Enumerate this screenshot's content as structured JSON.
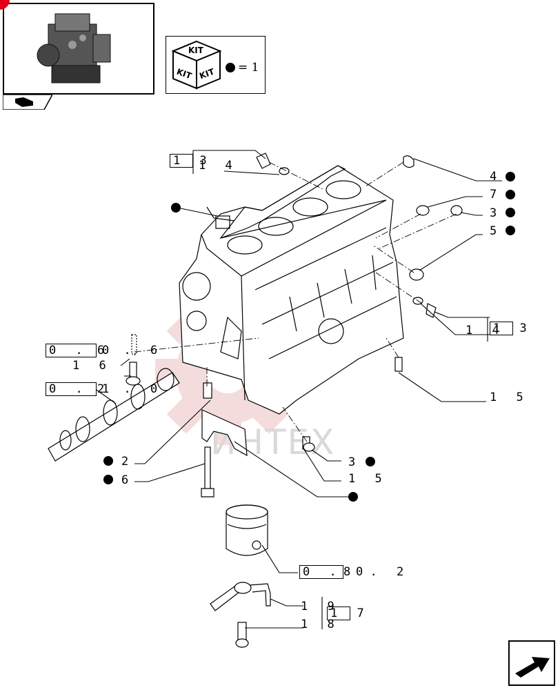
{
  "kit_legend": {
    "kit_label_top": "KIT",
    "kit_label_left": "KIT",
    "kit_label_right": "KIT",
    "equals_text": "= 1"
  },
  "watermark": "ИНТЕХ",
  "reference_boxes": {
    "ref_06_6": {
      "boxed": "0 . 0",
      "rest": "6 . 6"
    },
    "ref_01_2": {
      "boxed": "0 . 1",
      "rest": "2 . 0"
    },
    "ref_08_2": {
      "boxed": "0 . 0",
      "rest": "8 . 2"
    }
  },
  "group_boxes": {
    "g13_top": "1 3",
    "g13_right": "1 3",
    "g17": "1 7"
  },
  "callouts": {
    "c14_top": "1 4",
    "c4": "4",
    "c7": "7",
    "c3_top": "3",
    "c5": "5",
    "c14_right": "1 4",
    "c15_right": "1 5",
    "c16": "1 6",
    "c2": "2",
    "c6": "6",
    "c3_bottom": "3",
    "c15_bottom": "1 5",
    "c19": "1 9",
    "c18": "1 8"
  },
  "colors": {
    "line": "#000000",
    "watermark": "#d9d9d9",
    "watermark_gear": "#f2d4d4"
  }
}
